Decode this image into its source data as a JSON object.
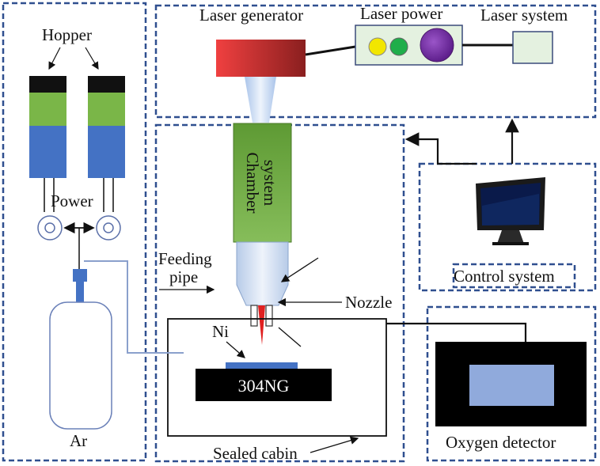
{
  "labels": {
    "laser_generator": "Laser generator",
    "laser_power": "Laser power",
    "laser_system": "Laser system",
    "hopper": "Hopper",
    "power": "Power",
    "chamber": "Chamber",
    "system": "system",
    "feeding": "Feeding",
    "pipe": "pipe",
    "nozzle": "Nozzle",
    "ni": "Ni",
    "substrate": "304NG",
    "control_system": "Control system",
    "oxygen_detector": "Oxygen detector",
    "ar": "Ar",
    "sealed_cabin": "Sealed cabin"
  },
  "colors": {
    "frame": "#2f4f8f",
    "laser_red": "#e83a3a",
    "chamber_green": "#6aab3c",
    "hopper_blue": "#4472c4",
    "hopper_green": "#7ab648",
    "power_purple": "#7030a0",
    "power_yellow": "#f2e600",
    "power_green": "#1fae4a"
  },
  "icons": {
    "monitor": "computer-monitor-icon",
    "gas_bottle": "gas-cylinder-icon"
  }
}
